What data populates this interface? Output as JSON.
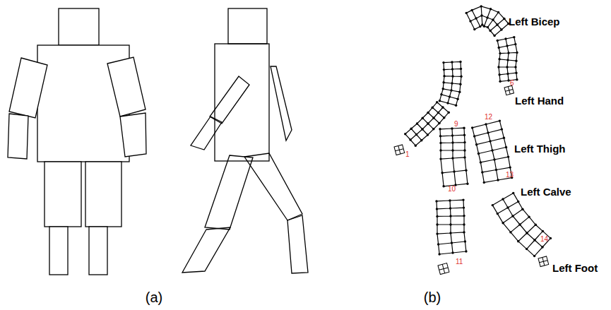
{
  "diagram": {
    "labels": [
      "Left Bicep",
      "1",
      "6",
      "Left Hand",
      "9",
      "12",
      "Left Thigh",
      "13",
      "Left Calve",
      "10",
      "14",
      "11",
      "Left Foot",
      "(a)",
      "(b)"
    ]
  }
}
